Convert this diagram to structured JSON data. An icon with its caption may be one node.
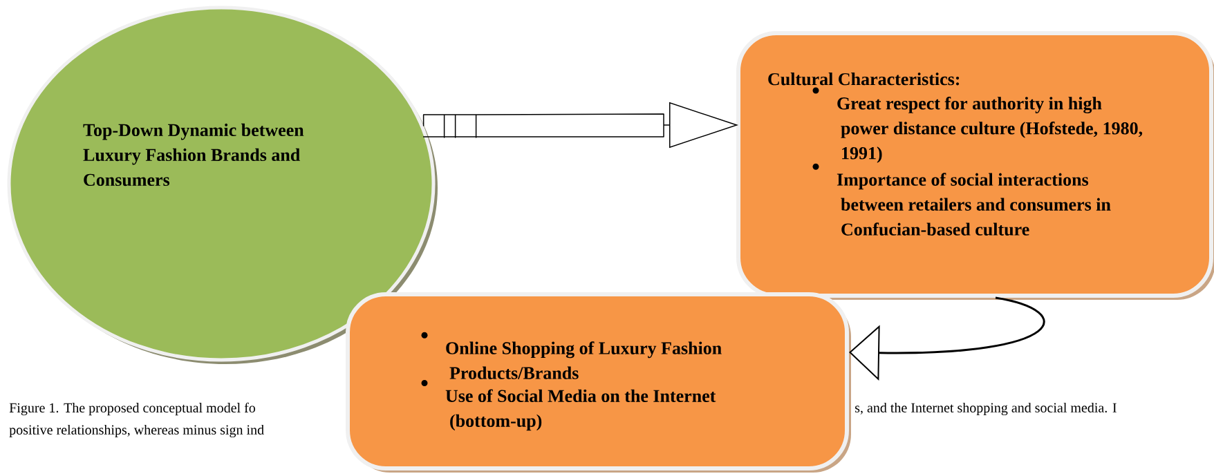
{
  "diagram": {
    "nodes": [
      {
        "text": [
          "Top-Down Dynamic between Luxury Fashion Brands and Consumers"
        ]
      },
      {
        "text": [
          "Cultural Characteristics:",
          "Great respect for authority in high power distance culture (Hofstede, 1980, 1991)",
          "Importance of social interactions between retailers and consumers in Confucian-based culture"
        ]
      },
      {
        "text": [
          "Online Shopping of Luxury Fashion Products/Brands",
          "Use of Social Media on the Internet (bottom-up)"
        ]
      }
    ],
    "edges": [
      {
        "from": 0,
        "to": 1,
        "arrow": "to"
      },
      {
        "from": 1,
        "to": 2,
        "arrow": "to"
      }
    ],
    "labels": [
      "Figure 1. The proposed conceptual model fo",
      "s, and the Internet shopping and social media. I",
      "positive relationships, whereas minus sign ind"
    ]
  }
}
